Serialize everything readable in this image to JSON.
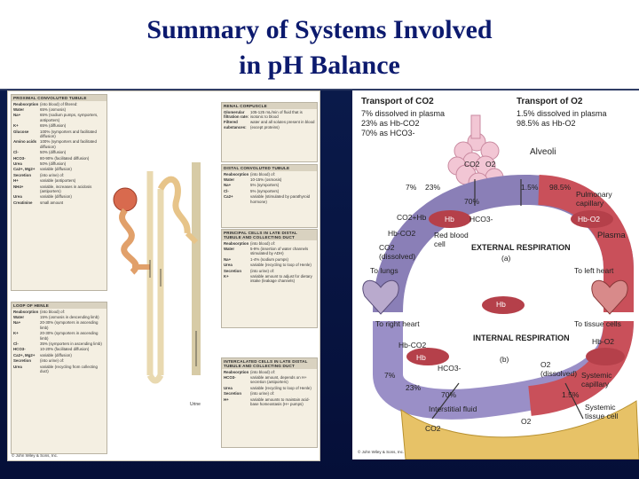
{
  "title": {
    "line1": "Summary of Systems Involved",
    "line2": "in pH Balance"
  },
  "left_figure": {
    "proximal": {
      "header": "PROXIMAL CONVOLUTED TUBULE",
      "rows": [
        {
          "k": "Reabsorption",
          "v": "(into blood) of filtered:"
        },
        {
          "k": "Water",
          "v": "65% (osmosis)"
        },
        {
          "k": "Na+",
          "v": "65% (sodium pumps, symporters, antiporters)"
        },
        {
          "k": "K+",
          "v": "65% (diffusion)"
        },
        {
          "k": "Glucose",
          "v": "100% (symporters and facilitated diffusion)"
        },
        {
          "k": "Amino acids",
          "v": "100% (symporters and facilitated diffusion)"
        },
        {
          "k": "Cl-",
          "v": "50% (diffusion)"
        },
        {
          "k": "HCO3-",
          "v": "80-90% (facilitated diffusion)"
        },
        {
          "k": "Urea",
          "v": "50% (diffusion)"
        },
        {
          "k": "Ca2+, Mg2+",
          "v": "variable (diffusion)"
        },
        {
          "k": "Secretion",
          "v": "(into urine) of:"
        },
        {
          "k": "H+",
          "v": "variable (antiporters)"
        },
        {
          "k": "NH4+",
          "v": "variable, increases in acidosis (antiporters)"
        },
        {
          "k": "Urea",
          "v": "variable (diffusion)"
        },
        {
          "k": "Creatinine",
          "v": "small amount"
        }
      ]
    },
    "loop": {
      "header": "LOOP OF HENLE",
      "rows": [
        {
          "k": "Reabsorption",
          "v": "(into blood) of:"
        },
        {
          "k": "Water",
          "v": "15% (osmosis in descending limb)"
        },
        {
          "k": "Na+",
          "v": "20-30% (symporters in ascending limb)"
        },
        {
          "k": "K+",
          "v": "20-30% (symporters in ascending limb)"
        },
        {
          "k": "Cl-",
          "v": "35% (symporters in ascending limb)"
        },
        {
          "k": "HCO3-",
          "v": "10-20% (facilitated diffusion)"
        },
        {
          "k": "Ca2+, Mg2+",
          "v": "variable (diffusion)"
        },
        {
          "k": "Secretion",
          "v": "(into urine) of:"
        },
        {
          "k": "Urea",
          "v": "variable (recycling from collecting duct)"
        }
      ]
    },
    "corpuscle": {
      "header": "RENAL CORPUSCLE",
      "rows": [
        {
          "k": "Glomerular filtration rate:",
          "v": "105-125 mL/min of fluid that is isotonic to blood"
        },
        {
          "k": "Filtered substances:",
          "v": "water and all solutes present in blood (except proteins)"
        }
      ]
    },
    "distal": {
      "header": "DISTAL CONVOLUTED TUBULE",
      "rows": [
        {
          "k": "Reabsorption",
          "v": "(into blood) of:"
        },
        {
          "k": "Water",
          "v": "10-15% (osmosis)"
        },
        {
          "k": "Na+",
          "v": "5% (symporters)"
        },
        {
          "k": "Cl-",
          "v": "5% (symporters)"
        },
        {
          "k": "Ca2+",
          "v": "variable (stimulated by parathyroid hormone)"
        }
      ]
    },
    "principal": {
      "header": "PRINCIPAL CELLS IN LATE DISTAL TUBULE AND COLLECTING DUCT",
      "rows": [
        {
          "k": "Reabsorption",
          "v": "(into blood) of:"
        },
        {
          "k": "Water",
          "v": "5-9% (insertion of water channels stimulated by ADH)"
        },
        {
          "k": "Na+",
          "v": "1-4% (sodium pumps)"
        },
        {
          "k": "Urea",
          "v": "variable (recycling to loop of Henle)"
        },
        {
          "k": "Secretion",
          "v": "(into urine) of:"
        },
        {
          "k": "K+",
          "v": "variable amount to adjust for dietary intake (leakage channels)"
        }
      ]
    },
    "intercalated": {
      "header": "INTERCALATED CELLS IN LATE DISTAL TUBULE AND COLLECTING DUCT",
      "rows": [
        {
          "k": "Reabsorption",
          "v": "(into blood) of:"
        },
        {
          "k": "HCO3-",
          "v": "variable amount, depends on H+ secretion (antiporters)"
        },
        {
          "k": "Urea",
          "v": "variable (recycling to loop of Henle)"
        },
        {
          "k": "Secretion",
          "v": "(into urine) of:"
        },
        {
          "k": "H+",
          "v": "variable amounts to maintain acid-base homeostasis (H+ pumps)"
        }
      ]
    },
    "lumen_label": "Urine",
    "credit": "© John Wiley & Sons, Inc."
  },
  "right_figure": {
    "co2_header": "Transport of CO2",
    "co2_lines": [
      "7% dissolved in plasma",
      "23% as Hb-CO2",
      "70% as HCO3-"
    ],
    "o2_header": "Transport of O2",
    "o2_lines": [
      "1.5% dissolved in plasma",
      "98.5% as Hb-O2"
    ],
    "alveoli": "Alveoli",
    "co2": "CO2",
    "o2": "O2",
    "pct_7": "7%",
    "pct_23": "23%",
    "pct_70": "70%",
    "pct_1_5": "1.5%",
    "pct_98_5": "98.5%",
    "pulmonary_capillary": "Pulmonary capillary",
    "co2_hb": "CO2+Hb",
    "hb": "Hb",
    "hco3": "HCO3-",
    "hb_o2": "Hb-O2",
    "hb_co2": "Hb-CO2",
    "red_blood_cell": "Red blood cell",
    "co2_dissolved": "CO2 (dissolved)",
    "o2_dissolved": "O2 (dissolved)",
    "plasma": "Plasma",
    "external_respiration": "EXTERNAL RESPIRATION",
    "label_a": "(a)",
    "internal_respiration": "INTERNAL RESPIRATION",
    "label_b": "(b)",
    "to_lungs": "To lungs",
    "to_left_heart": "To left heart",
    "to_right_heart": "To right heart",
    "to_tissue_cells": "To tissue cells",
    "systemic_capillary": "Systemic capillary",
    "interstitial_fluid": "Interstitial fluid",
    "systemic_tissue_cell": "Systemic tissue cell",
    "credit": "© John Wiley & Sons, Inc."
  },
  "colors": {
    "title": "#0c1a6e",
    "background": "#050f38",
    "red_cell": "#b5404a",
    "deoxy_vessel": "#8a7fb7",
    "oxy_vessel": "#c9505a",
    "tissue": "#e7c267",
    "alveoli": "#f2c6d4"
  }
}
